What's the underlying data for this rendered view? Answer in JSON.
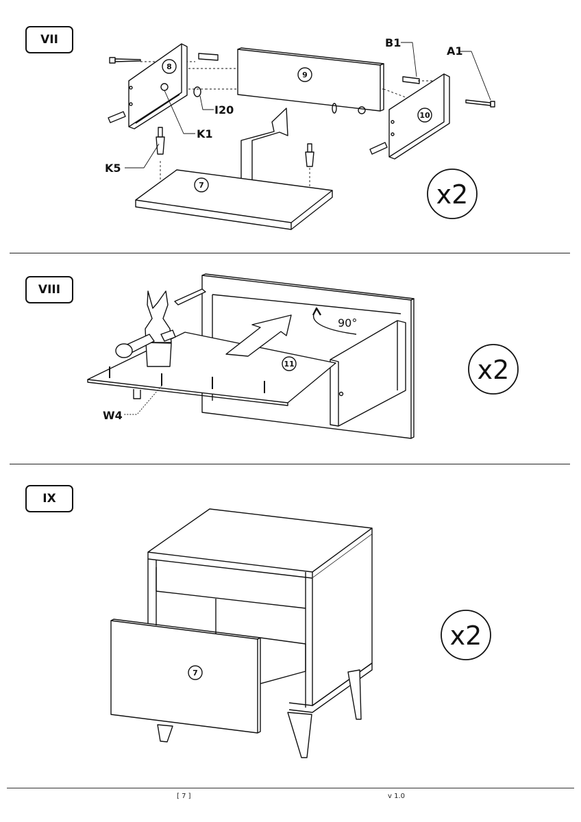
{
  "steps": [
    {
      "id": "VII",
      "labels": {
        "b1": "B1",
        "a1": "A1",
        "i20": "I20",
        "k1": "K1",
        "k5": "K5"
      },
      "parts": {
        "p8": "8",
        "p9": "9",
        "p10": "10",
        "p7": "7"
      },
      "multiplier": "x2"
    },
    {
      "id": "VIII",
      "labels": {
        "w4": "W4",
        "angle": "90°"
      },
      "parts": {
        "p11": "11"
      },
      "multiplier": "x2"
    },
    {
      "id": "IX",
      "parts": {
        "p7": "7"
      },
      "multiplier": "x2"
    }
  ],
  "footer": {
    "page": "[ 7 ]",
    "version": "v 1.0"
  }
}
